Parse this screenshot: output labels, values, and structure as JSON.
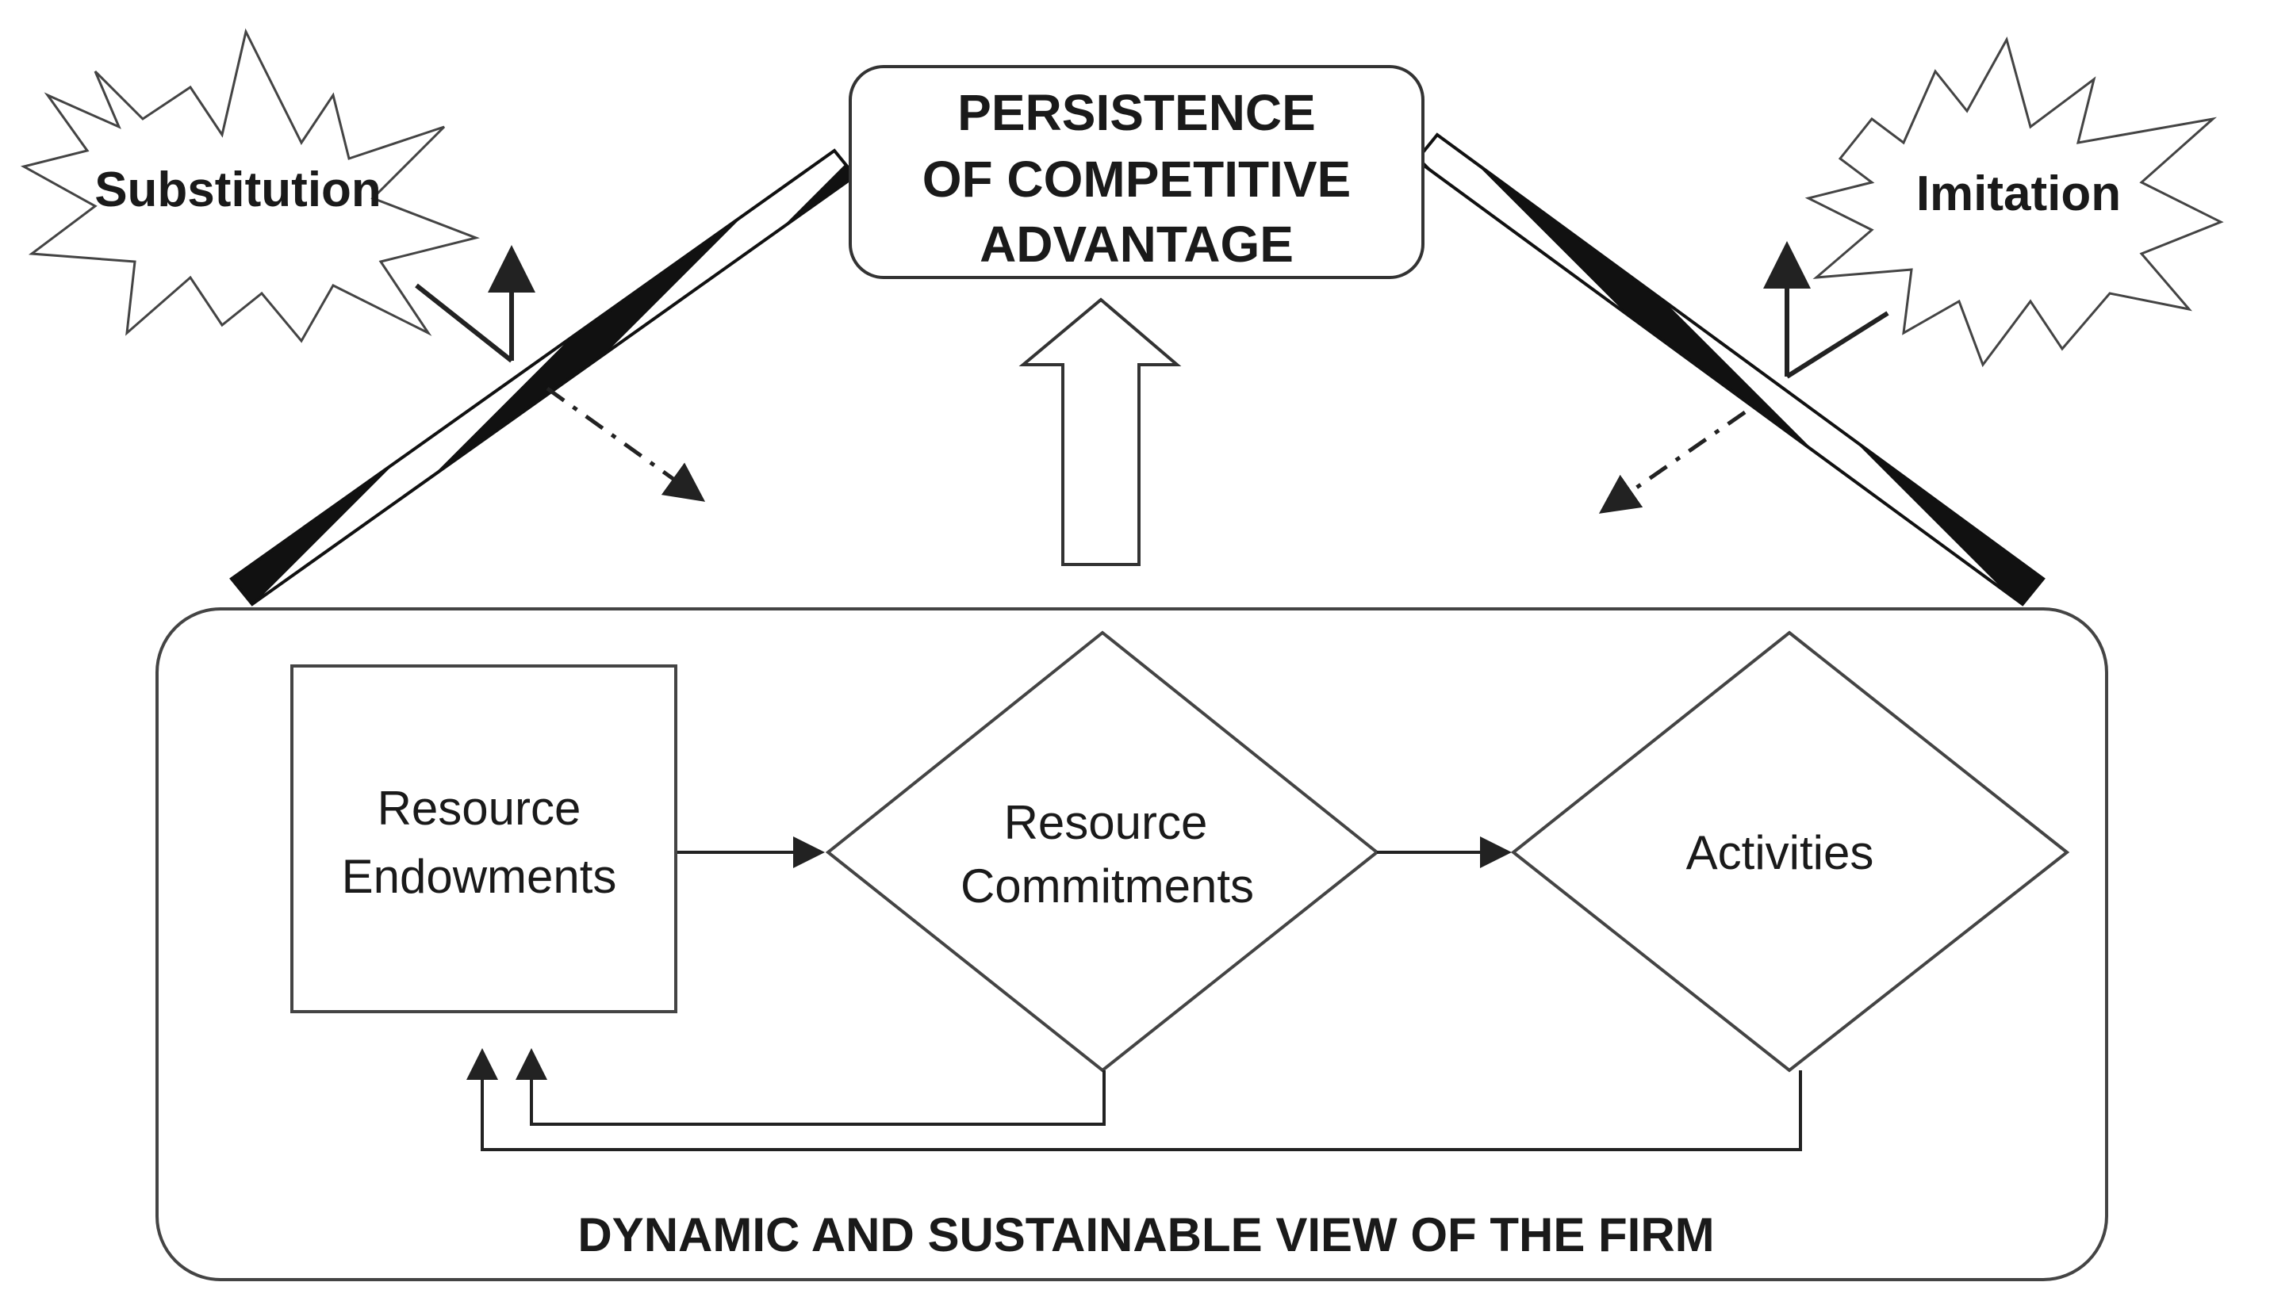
{
  "colors": {
    "ink": "#1a1a1a",
    "line": "#222222",
    "background": "#ffffff"
  },
  "top_box": {
    "lines": [
      "PERSISTENCE",
      "OF COMPETITIVE",
      "ADVANTAGE"
    ]
  },
  "threats": {
    "left": "Substitution",
    "right": "Imitation"
  },
  "firm": {
    "title": "DYNAMIC AND SUSTAINABLE VIEW OF THE FIRM",
    "endowments": [
      "Resource",
      "Endowments"
    ],
    "commitments": [
      "Resource",
      "Commitments"
    ],
    "activities": "Activities"
  },
  "icons": {
    "left_burst": "starburst-icon",
    "right_burst": "starburst-icon",
    "up_arrow": "hollow-up-arrow-icon"
  }
}
